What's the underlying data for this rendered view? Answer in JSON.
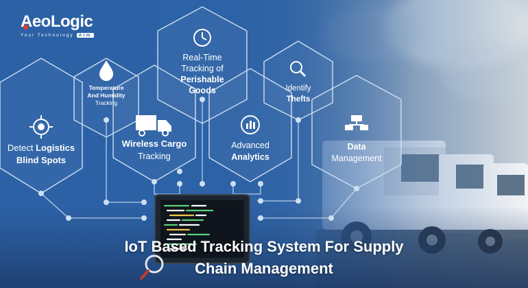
{
  "brand": {
    "name": "AeoLogic",
    "tagline": "Your Technology",
    "tagline_badge": "Arm",
    "accent": "#e63a2e"
  },
  "features": [
    {
      "line1": "Detect",
      "line1_bold": "Logistics",
      "line2_bold": "Blind Spots",
      "icon": "target-icon"
    },
    {
      "line1": "Temperature",
      "line2": "And Humidity",
      "line3": "Tracking",
      "icon": "drop-icon"
    },
    {
      "line1_bold": "Wireless Cargo",
      "line2": "Tracking",
      "icon": "truck-icon"
    },
    {
      "line1": "Real-Time",
      "line2": "Tracking of",
      "line3_bold": "Perishable",
      "line4_bold": "Goods",
      "icon": "clock-icon"
    },
    {
      "line1": "Advanced",
      "line2_bold": "Analytics",
      "icon": "chart-icon"
    },
    {
      "line1": "Identify",
      "line2_bold": "Thefts",
      "icon": "magnifier-icon"
    },
    {
      "line1_bold": "Data",
      "line2": "Management",
      "icon": "database-icon"
    }
  ],
  "title": {
    "line1": "IoT Based Tracking System For Supply",
    "line2": "Chain Management"
  },
  "colors": {
    "hex_stroke": "#cfe0f2",
    "background_blue": "#2c61a6"
  }
}
